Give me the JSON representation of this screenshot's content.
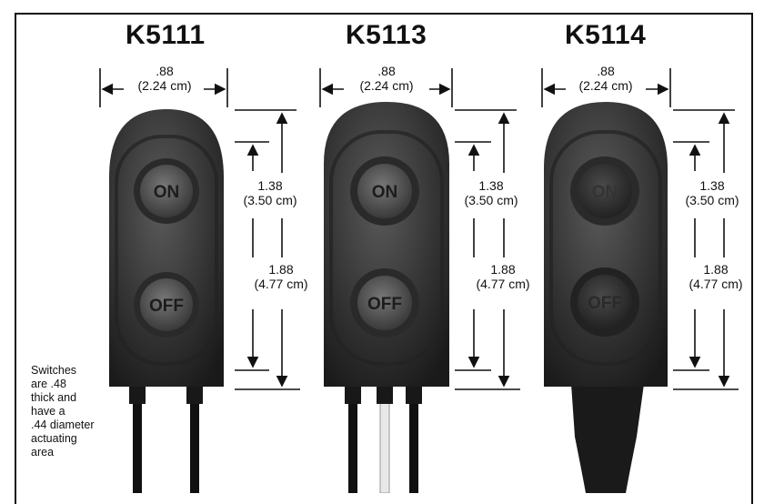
{
  "products": [
    {
      "model": "K5111",
      "width": ".88",
      "width_cm": "(2.24 cm)",
      "short_height": "1.38",
      "short_height_cm": "(3.50 cm)",
      "tall_height": "1.88",
      "tall_height_cm": "(4.77 cm)",
      "button_top": "ON",
      "button_bottom": "OFF"
    },
    {
      "model": "K5113",
      "width": ".88",
      "width_cm": "(2.24 cm)",
      "short_height": "1.38",
      "short_height_cm": "(3.50 cm)",
      "tall_height": "1.88",
      "tall_height_cm": "(4.77 cm)",
      "button_top": "ON",
      "button_bottom": "OFF"
    },
    {
      "model": "K5114",
      "width": ".88",
      "width_cm": "(2.24 cm)",
      "short_height": "1.38",
      "short_height_cm": "(3.50 cm)",
      "tall_height": "1.88",
      "tall_height_cm": "(4.77 cm)",
      "button_top": "ON",
      "button_bottom": "OFF"
    }
  ],
  "note_lines": [
    "Switches",
    "are .48",
    "thick and",
    "have a",
    ".44 diameter",
    "actuating",
    "area"
  ],
  "colors": {
    "switch_body": "#3a3a3a",
    "switch_dark": "#1e1e1e",
    "button": "#555555",
    "wire_white": "#e8e8e8"
  }
}
